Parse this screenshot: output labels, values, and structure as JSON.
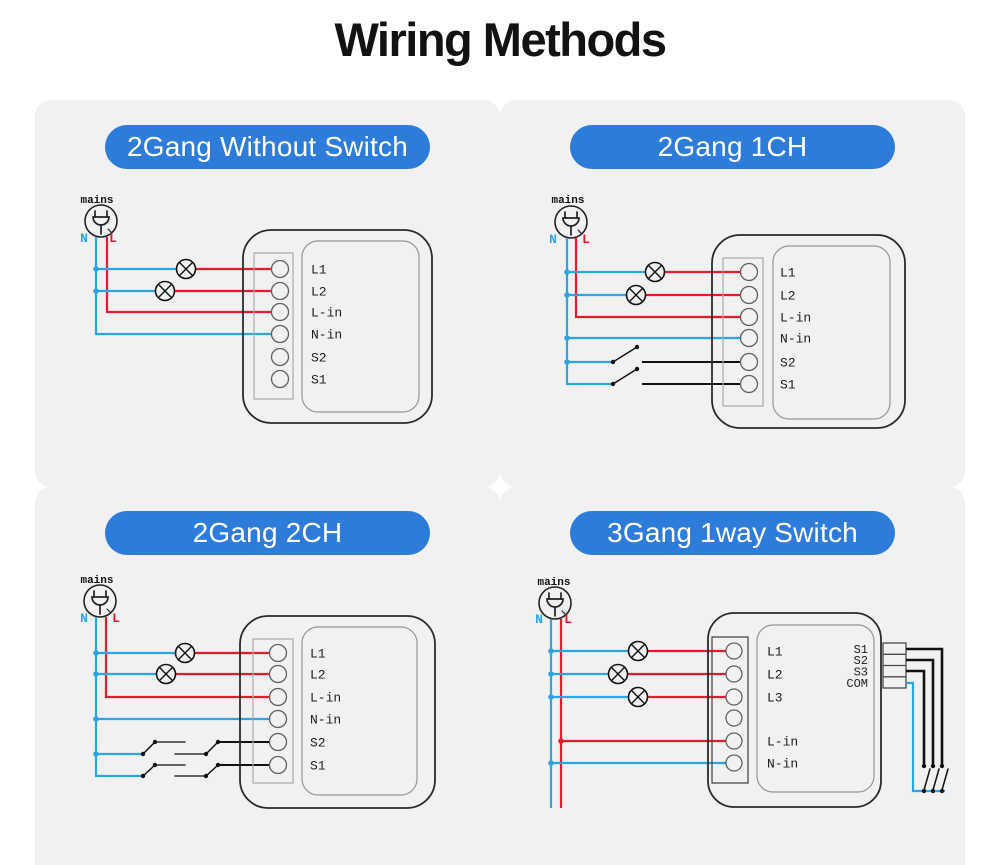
{
  "title": "Wiring Methods",
  "colors": {
    "pill_accent": "#2e7cd9",
    "live_wire_red": "#e8192d",
    "neutral_wire_blue": "#2aa6e4",
    "signal_wire_black": "#111111",
    "panel_background": "#f1f1f2"
  },
  "labels": {
    "mains": "mains",
    "neutral": "N",
    "live": "L"
  },
  "panels": [
    {
      "title": "2Gang Without Switch",
      "terminals": [
        "L1",
        "L2",
        "L-in",
        "N-in",
        "S2",
        "S1"
      ]
    },
    {
      "title": "2Gang 1CH",
      "terminals": [
        "L1",
        "L2",
        "L-in",
        "N-in",
        "S2",
        "S1"
      ]
    },
    {
      "title": "2Gang 2CH",
      "terminals": [
        "L1",
        "L2",
        "L-in",
        "N-in",
        "S2",
        "S1"
      ]
    },
    {
      "title": "3Gang 1way Switch",
      "terminals": [
        "L1",
        "L2",
        "L3",
        "L-in",
        "N-in"
      ],
      "right_terminals": [
        "S1",
        "S2",
        "S3",
        "COM"
      ]
    }
  ]
}
